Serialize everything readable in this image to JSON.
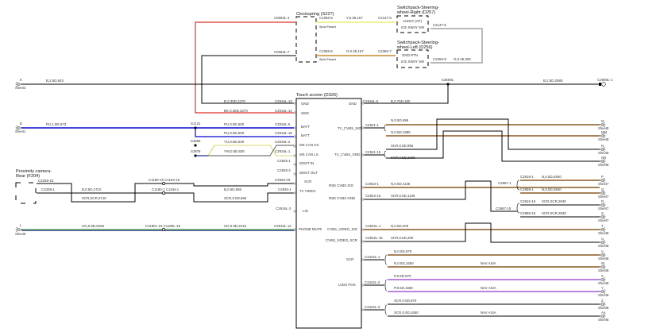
{
  "diagram": {
    "type": "wiring-schematic",
    "colors": {
      "black": "#000000",
      "red": "#e0302a",
      "blue": "#2b2bd6",
      "yellow": "#f0ec70",
      "brown": "#8a5a22",
      "orange_brown": "#c88a30",
      "grey": "#a0a0a0",
      "violet": "#a25ad6",
      "green": "#2f8a3a",
      "dark_blue": "#1a1a8a",
      "yellow_green": "#d8d870"
    },
    "components": {
      "clockspring": {
        "title": "Clockspring (S227)",
        "note_top": "Spiral Passed",
        "note_bottom": "Spiral Passed"
      },
      "switch_right": {
        "title_line1": "Switchpack-Steering-",
        "title_line2": "wheel-Right (D257)",
        "pin1": "AUDIO (AP)",
        "pin2": "ICE SWAY SW"
      },
      "switch_left": {
        "title_line1": "Switchpack-Steering-",
        "title_line2": "wheel-Left (D256)",
        "pin1": "GND RTN",
        "pin2": "ICE SWAY SW"
      },
      "touch_screen": {
        "title": "Touch screen (D326)",
        "left_pins": [
          "GND",
          "SWS",
          "BATT",
          "BATT",
          "MS CAN HS",
          "MS CAN LS",
          "MOST IN",
          "MOST OUT",
          "SCR",
          "TV VIDEO",
          "LIN",
          "PHONE MUTE"
        ],
        "right_pins": [
          "GND",
          "TV_CVBS_SIG",
          "TV_CVBS_GND",
          "RSE CVBS SIG",
          "RSE CVBS GND",
          "CVBS_VIDEO_SIG",
          "CVBS_VIDEO_SCR",
          "SCR",
          "LVDS POS"
        ]
      },
      "proximity_camera": {
        "title_line1": "Proximity camera-",
        "title_line2": "Rear (F204)"
      }
    },
    "connectors": {
      "c0063l_4": "C0063L-4",
      "c0063l_7": "C0063L-7",
      "c1056_6": "C1056-6",
      "c1056_5": "C1056-5",
      "c2147_6a": "C2147-6",
      "c2147_6b": "C2147-6",
      "c2260_7": "C2260-7",
      "c2260_8": "C2260-8",
      "c2916l_13": "C2916L-13",
      "c2916l_14": "C2916L-14",
      "c2916l_6": "C2916L-6",
      "c2916l_16": "C2916L-16",
      "c2916l_2": "C2916L-2",
      "c2916l_1": "C2916L-1",
      "c2925_1": "C2925-1",
      "c2925_2": "C2925-2",
      "c2920_19": "C2920-19",
      "c2920_1": "C2920-1",
      "c2916l_3": "C2916L-3",
      "c2916l_12": "C2916L-12",
      "c2916l_5": "C2916L-5",
      "c2921_1": "C2921-1",
      "c2921_15": "C2921-15",
      "c2923_1": "C2923-1",
      "c2923_15": "C2923-15",
      "c2922l_1": "C2922L-1",
      "c2922l_15": "C2922L-15",
      "c3442l_1": "C3442L-1",
      "c3442l_2": "C3442L-2",
      "c3442l_3": "C3442L-3",
      "c2967_1": "C2967-1",
      "c2967_15": "C2967-15",
      "c2816_1": "C2816-1",
      "c2859_1": "C2859-1",
      "c2816_15": "C2816-15",
      "c2859_15": "C2859-15",
      "c3339_15": "C3339-15",
      "c3339_1": "C3339-1",
      "c1180_15_c1184_15": "C1180-15 C1184-15",
      "c1180_1_c1184_1": "C1180-1 C1184-1",
      "c1180l_16_c1180l_16": "C1180L-16 C1180L-16",
      "c2908l_1": "C2908L-1"
    },
    "splices": {
      "s_e80l": "SJE80L",
      "sj121": "SJ121",
      "sj966": "SJ966",
      "sj978": "SJ978"
    },
    "wires": {
      "w_yg_167": "Y,0.35,167",
      "w_o_167": "O,0.35,167",
      "w_g_300": "G,0.35,300",
      "w_k_843": "B,2.5D,843",
      "w_k_2580": "B,2.5D,2580",
      "w_b_2270": "B,2.35D,2270",
      "w_bk_2270": "BK,0.35D,2270",
      "w_pu_673": "PU,1.5D,673",
      "w_pu_600a": "PU,0.5D,600",
      "w_pu_600b": "PU,0.5D,600",
      "w_yu_630": "YU,0.5D,630",
      "w_yw_630": "YW,0.5D,630",
      "w_b_180": "B,0.75D,180",
      "w_n_995": "N,0.5D,995",
      "w_n_1995": "N,0.5D,1995",
      "w_scr_995": "SCR,0.5D,995",
      "w_scr_1995": "SCR,0.5D,1995",
      "w_n_1135": "N,0.5D,1135",
      "w_scr_1135": "SCR,0.5D,1135",
      "w_n_2840a": "N,0.5D,2840",
      "w_n_2840b": "N,0.5D,2840",
      "w_scr_2840a": "SCR,SCR,2840",
      "w_scr_2840b": "SCR,SCR,2840",
      "w_n_200": "N,0.5D,200",
      "w_scr_200": "SCR,0.5D,200",
      "w_n_970": "N,0.5D,970",
      "w_n_1650": "N,0.5D,1650",
      "w_p_970": "P,0.5D,970",
      "w_p_1650": "P,0.5D,1650",
      "w_scr_970": "SCR,0.5D,970",
      "w_scr_1650": "SCR,0.5D,1650",
      "w_b_2710": "B,0.5D,2710",
      "w_scr_2710": "SCR,SCR,2710",
      "w_b_665": "B,0.5D,665",
      "w_scr_665": "SCR,0.5D,665",
      "w_ug_6265": "UG,0.5D,6265",
      "w_ug_2215": "UG,0.5D,2215"
    },
    "annotations": {
      "nav_asia_1": "NAV ASIA",
      "nav_asia_2": "NAV ASIA",
      "nav_asia_3": "NAV ASIA"
    },
    "sheet_refs": {
      "k": {
        "letter": "K",
        "sheet": "Sheet3"
      },
      "b": {
        "letter": "B",
        "sheet": "Sheet1"
      },
      "l": {
        "letter": "L",
        "sheet": "Sheet9"
      },
      "m": {
        "letter": "M",
        "sheet": "Sheet8"
      },
      "mm": {
        "letter": "MM",
        "sheet": "Sheet8"
      },
      "n": {
        "letter": "N",
        "sheet": "Sheet8"
      },
      "nn": {
        "letter": "NN",
        "sheet": "Sheet8"
      },
      "p": {
        "letter": "P",
        "sheet": "Sheet7"
      },
      "q": {
        "letter": "Q",
        "sheet": "Sheet7"
      },
      "r": {
        "letter": "R",
        "sheet": "Sheet7"
      },
      "s": {
        "letter": "S",
        "sheet": "Sheet7"
      },
      "t": {
        "letter": "T",
        "sheet": "Sheet8"
      },
      "u": {
        "letter": "U",
        "sheet": "Sheet8"
      },
      "v": {
        "letter": "V",
        "sheet": "Sheet8"
      },
      "w": {
        "letter": "W",
        "sheet": "Sheet8"
      },
      "x": {
        "letter": "X",
        "sheet": "Sheet8"
      },
      "y": {
        "letter": "Y",
        "sheet": "Sheet8"
      },
      "z": {
        "letter": "Z",
        "sheet": "Sheet8"
      },
      "aa": {
        "letter": "AA",
        "sheet": "Sheet8"
      }
    }
  }
}
